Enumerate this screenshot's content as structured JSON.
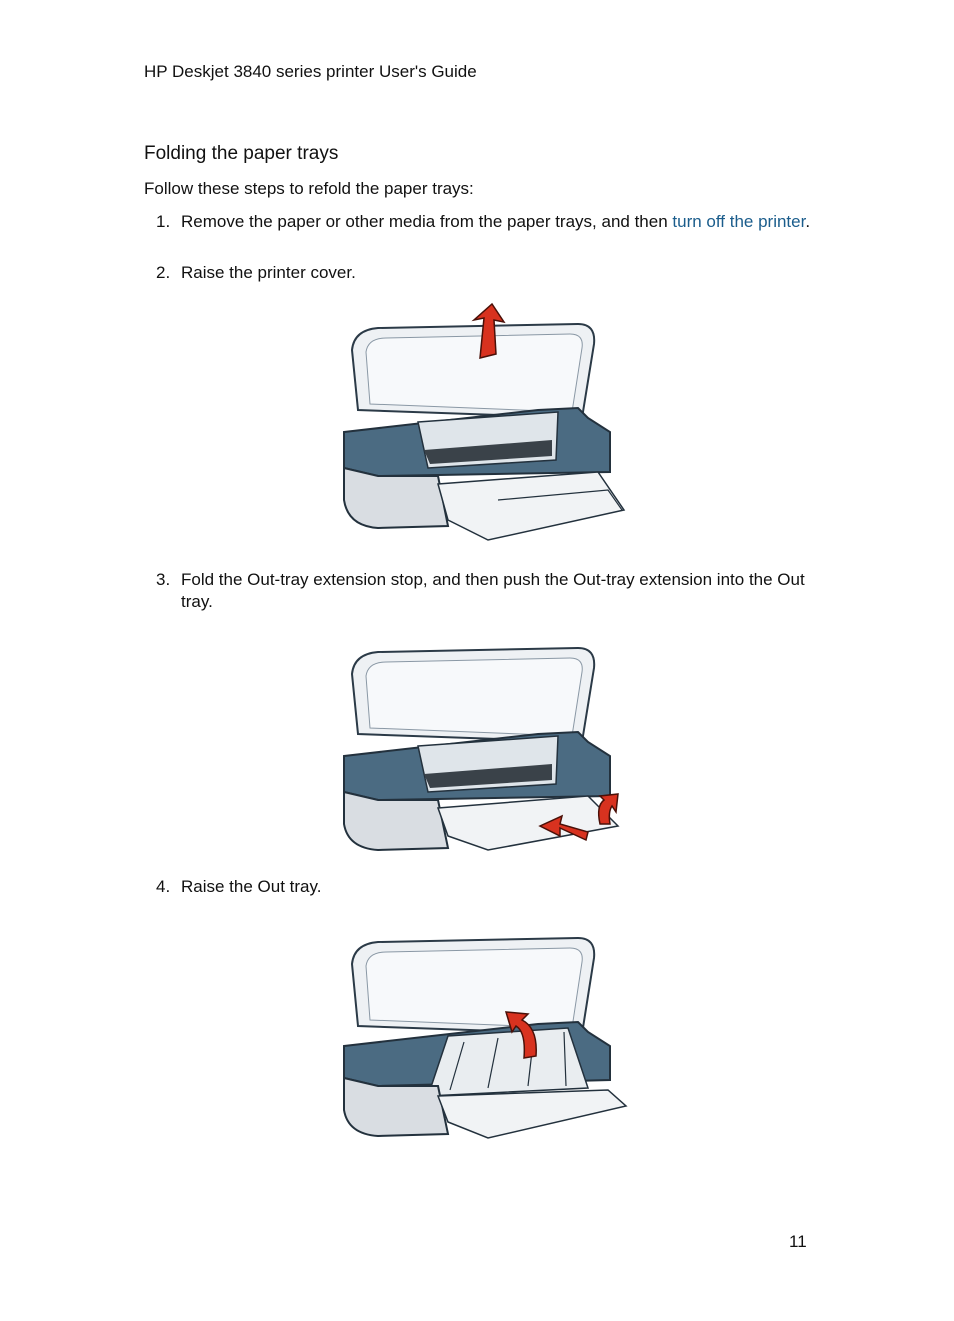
{
  "header": {
    "title": "HP Deskjet 3840 series printer User's Guide"
  },
  "section": {
    "title": "Folding the paper trays",
    "intro": "Follow these steps to refold the paper trays:"
  },
  "steps": [
    {
      "number": "1.",
      "text_before": "Remove the paper or other media from the paper trays, and then ",
      "link": "turn off the printer",
      "text_after": "."
    },
    {
      "number": "2.",
      "text": "Raise the printer cover."
    },
    {
      "number": "3.",
      "text": "Fold the Out-tray extension stop, and then push the Out-tray extension into the Out tray."
    },
    {
      "number": "4.",
      "text": "Raise the Out tray."
    }
  ],
  "colors": {
    "link": "#1b5d8c",
    "arrow": "#d8321f",
    "printer_blue": "#4b6b82",
    "printer_grey": "#d9dde2"
  },
  "footer": {
    "page_number": "11"
  }
}
